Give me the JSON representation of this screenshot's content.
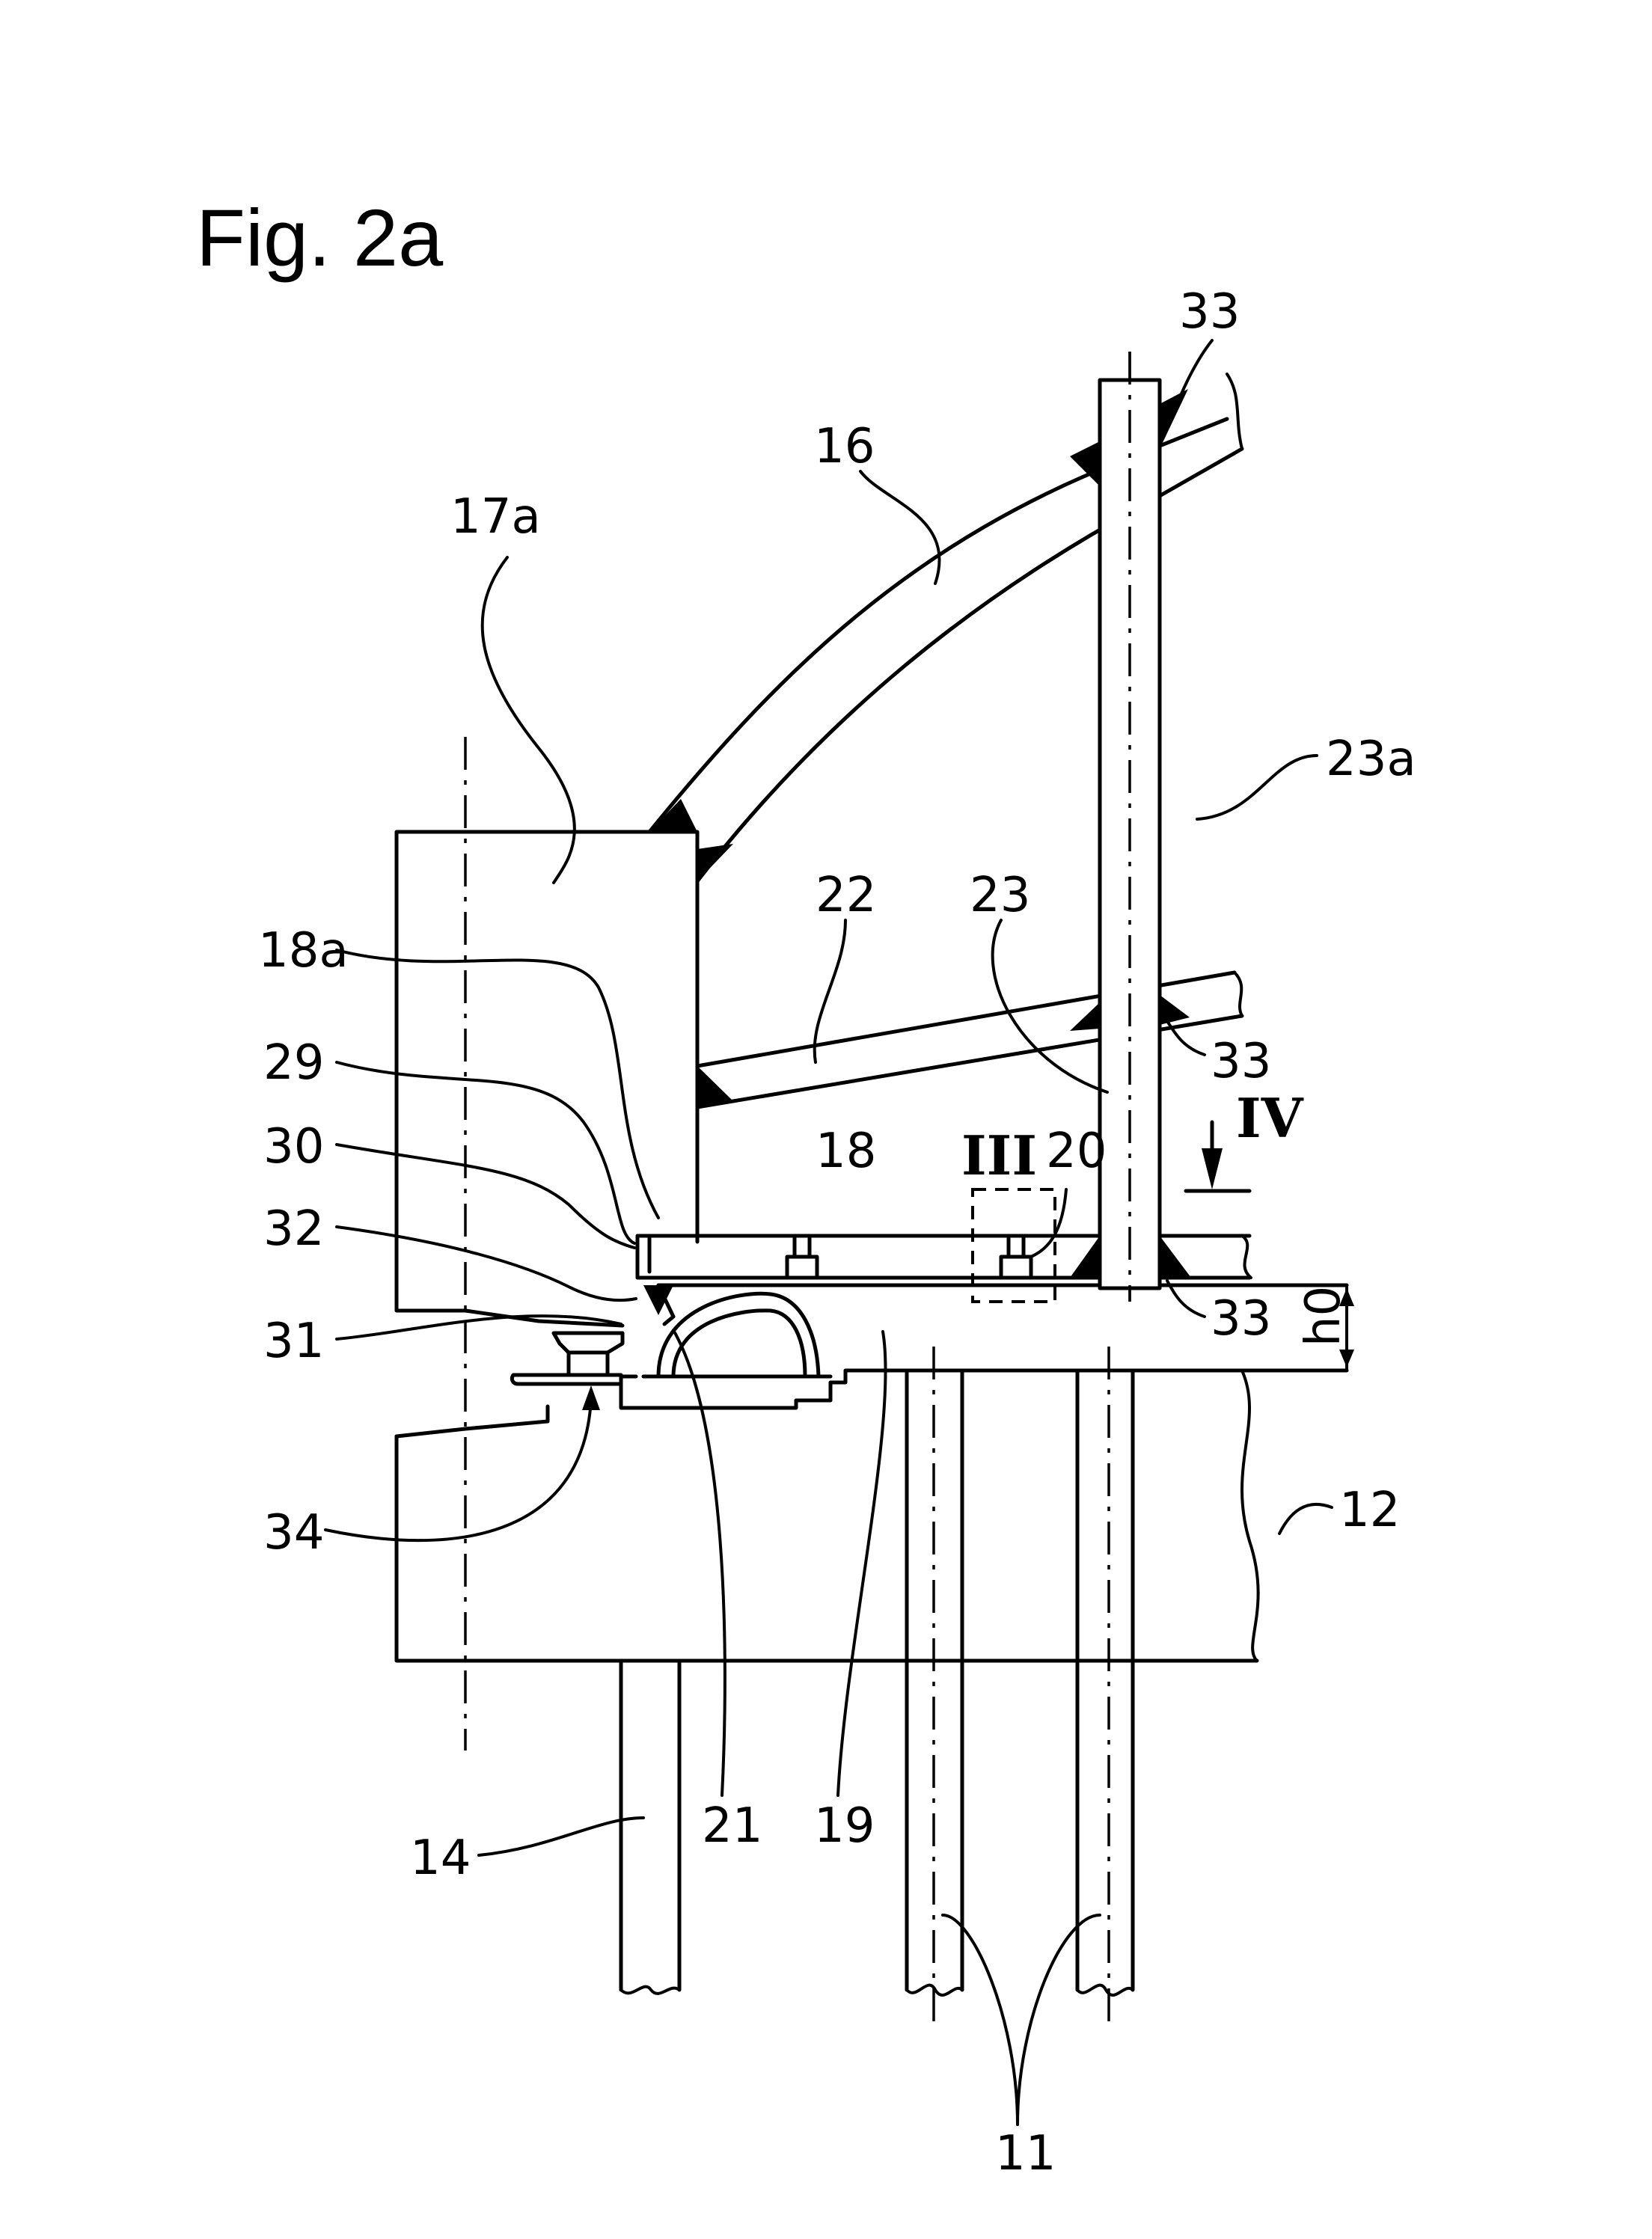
{
  "figure": {
    "title": "Fig. 2a"
  },
  "labels": {
    "l11": "11",
    "l12": "12",
    "l14": "14",
    "l16": "16",
    "l17a": "17a",
    "l18": "18",
    "l18a": "18a",
    "l19": "19",
    "l20": "20",
    "l21": "21",
    "l22": "22",
    "l23": "23",
    "l23a": "23a",
    "l29": "29",
    "l30": "30",
    "l31": "31",
    "l32": "32",
    "l33_top": "33",
    "l33_mid": "33",
    "l33_low": "33",
    "l34": "34",
    "h0": "h0",
    "sec3": "III",
    "sec4": "IV"
  }
}
